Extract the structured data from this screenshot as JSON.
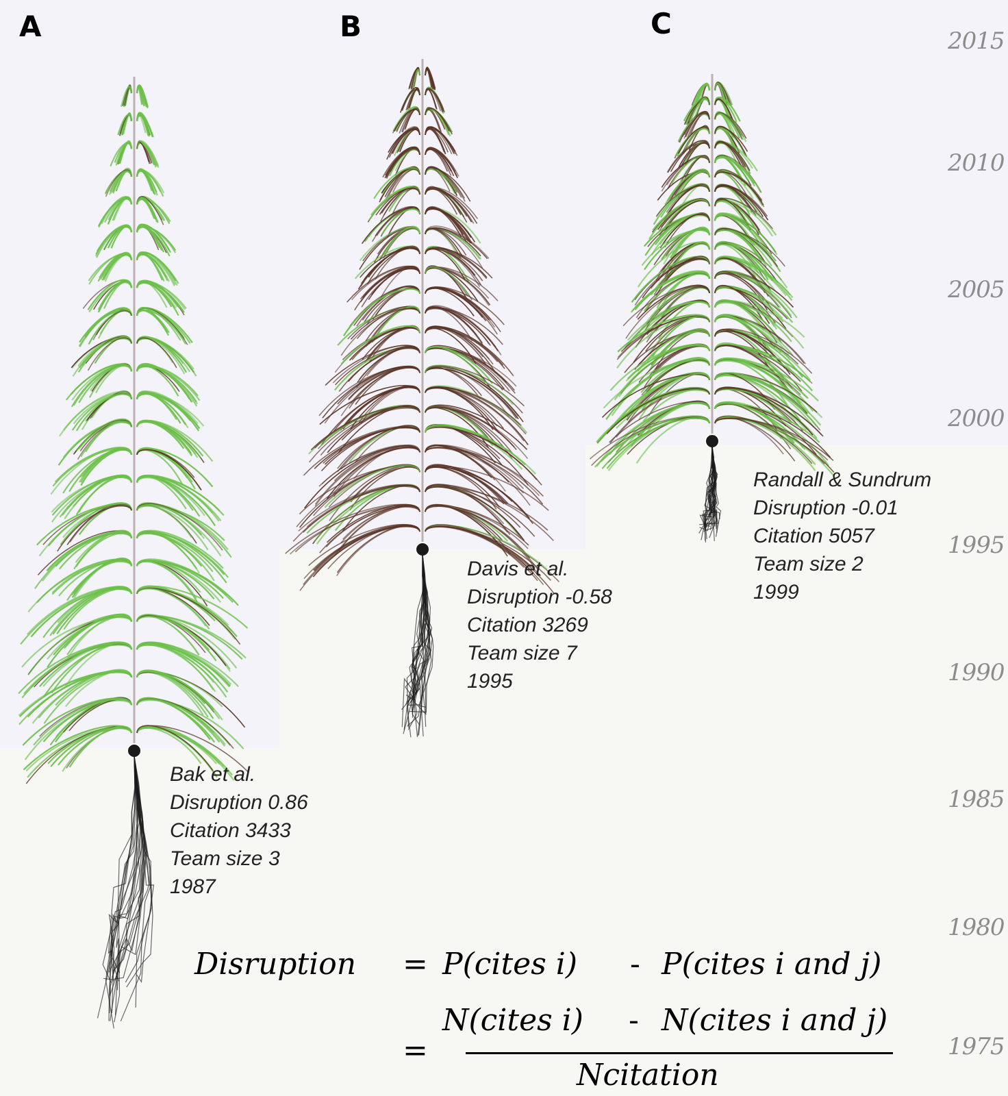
{
  "panels": [
    {
      "letter": "A",
      "author": "Bak et al.",
      "disruption": "Disruption 0.86",
      "citation": "Citation 3433",
      "team_size": "Team size 3",
      "year": "1987",
      "disruption_value": 0.86
    },
    {
      "letter": "B",
      "author": "Davis et al.",
      "disruption": "Disruption -0.58",
      "citation": "Citation 3269",
      "team_size": "Team size 7",
      "year": "1995",
      "disruption_value": -0.58
    },
    {
      "letter": "C",
      "author": "Randall & Sundrum",
      "disruption": "Disruption -0.01",
      "citation": "Citation 5057",
      "team_size": "Team size 2",
      "year": "1999",
      "disruption_value": -0.01
    }
  ],
  "year_axis": [
    "2015",
    "2010",
    "2005",
    "2000",
    "1995",
    "1990",
    "1985",
    "1980",
    "1975"
  ],
  "formula": {
    "lhs": "Disruption",
    "eq": "=",
    "eq2": "=",
    "p_cites_i": "P(cites i)",
    "minus": "-",
    "p_cites_ij": "P(cites i and j)",
    "n_cites_i": "N(cites i)",
    "n_cites_ij": "N(cites i and j)",
    "denominator": "Ncitation"
  },
  "colors": {
    "green": "#6cc04a",
    "brown": "#5a3528",
    "root": "#1a1a1a",
    "shade": "#f3f3f9",
    "background": "#f7f7f3",
    "axis_text": "#8c8c8c"
  }
}
